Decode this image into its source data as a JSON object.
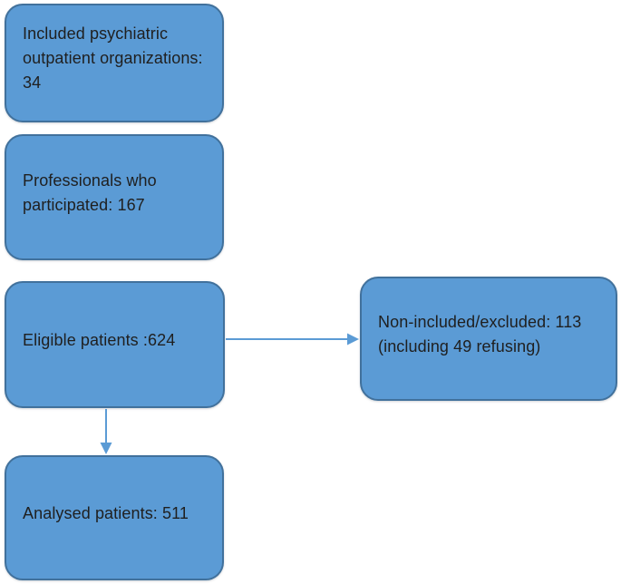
{
  "diagram": {
    "type": "flowchart",
    "boxes": [
      {
        "id": "included-organizations",
        "label": "Included psychiatric outpatient organizations: 34",
        "value": 34
      },
      {
        "id": "professionals",
        "label": "Professionals who participated: 167",
        "value": 167
      },
      {
        "id": "eligible-patients",
        "label": "Eligible patients :624",
        "value": 624
      },
      {
        "id": "non-included-excluded",
        "label": "Non-included/excluded: 113 (including 49 refusing)",
        "value": 113,
        "refusing": 49
      },
      {
        "id": "analysed-patients",
        "label": "Analysed patients: 511",
        "value": 511
      }
    ],
    "arrows": [
      {
        "from": "eligible-patients",
        "to": "non-included-excluded",
        "direction": "right"
      },
      {
        "from": "eligible-patients",
        "to": "analysed-patients",
        "direction": "down"
      }
    ],
    "colors": {
      "box_fill": "#5b9bd5",
      "box_border": "#41719c",
      "arrow": "#5b9bd5",
      "text": "#1f1f1f",
      "background": "#ffffff"
    }
  }
}
